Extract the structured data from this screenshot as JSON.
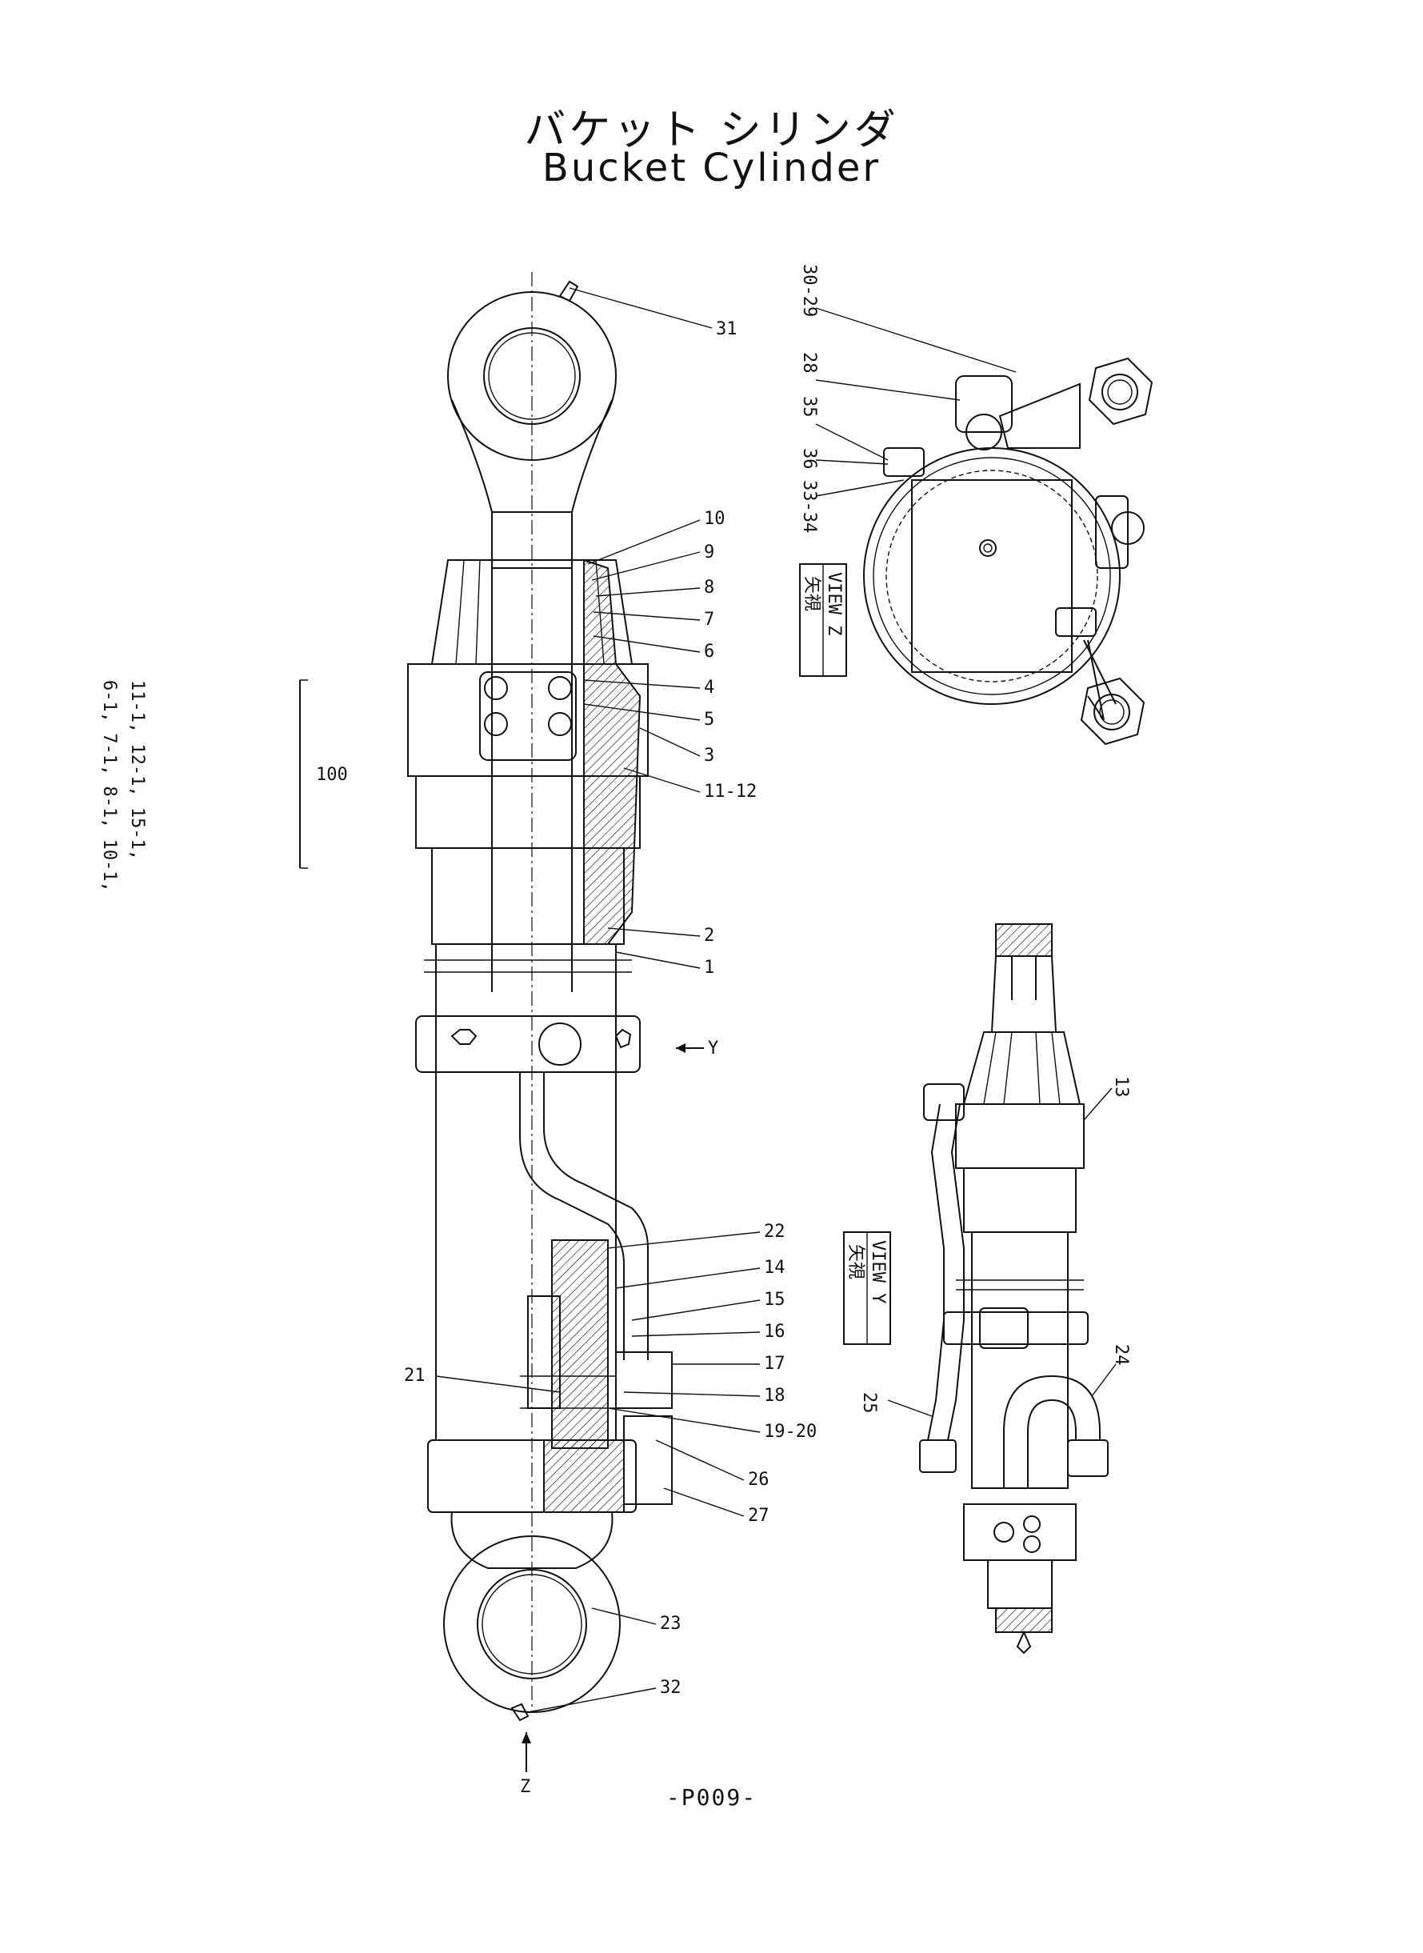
{
  "title": {
    "jp": "バケット シリンダ",
    "en": "Bucket Cylinder"
  },
  "page_number": "-P009-",
  "views": {
    "z": {
      "jp": "矢視",
      "en": "VIEW Z"
    },
    "y": {
      "jp": "矢視",
      "en": "VIEW Y"
    }
  },
  "arrows": {
    "y": "Y",
    "z": "Z"
  },
  "kit": {
    "number": "100",
    "line1": "6-1, 7-1, 8-1, 10-1,",
    "line2": "11-1, 12-1, 15-1,"
  },
  "callouts": {
    "main": [
      "31",
      "10",
      "9",
      "8",
      "7",
      "6",
      "4",
      "5",
      "3",
      "11-12",
      "2",
      "1",
      "22",
      "14",
      "15",
      "16",
      "17",
      "18",
      "19-20",
      "26",
      "27",
      "21",
      "23",
      "32"
    ],
    "view_z": [
      "30-29",
      "28",
      "35",
      "36",
      "33-34"
    ],
    "view_y": [
      "13",
      "24",
      "25"
    ]
  }
}
